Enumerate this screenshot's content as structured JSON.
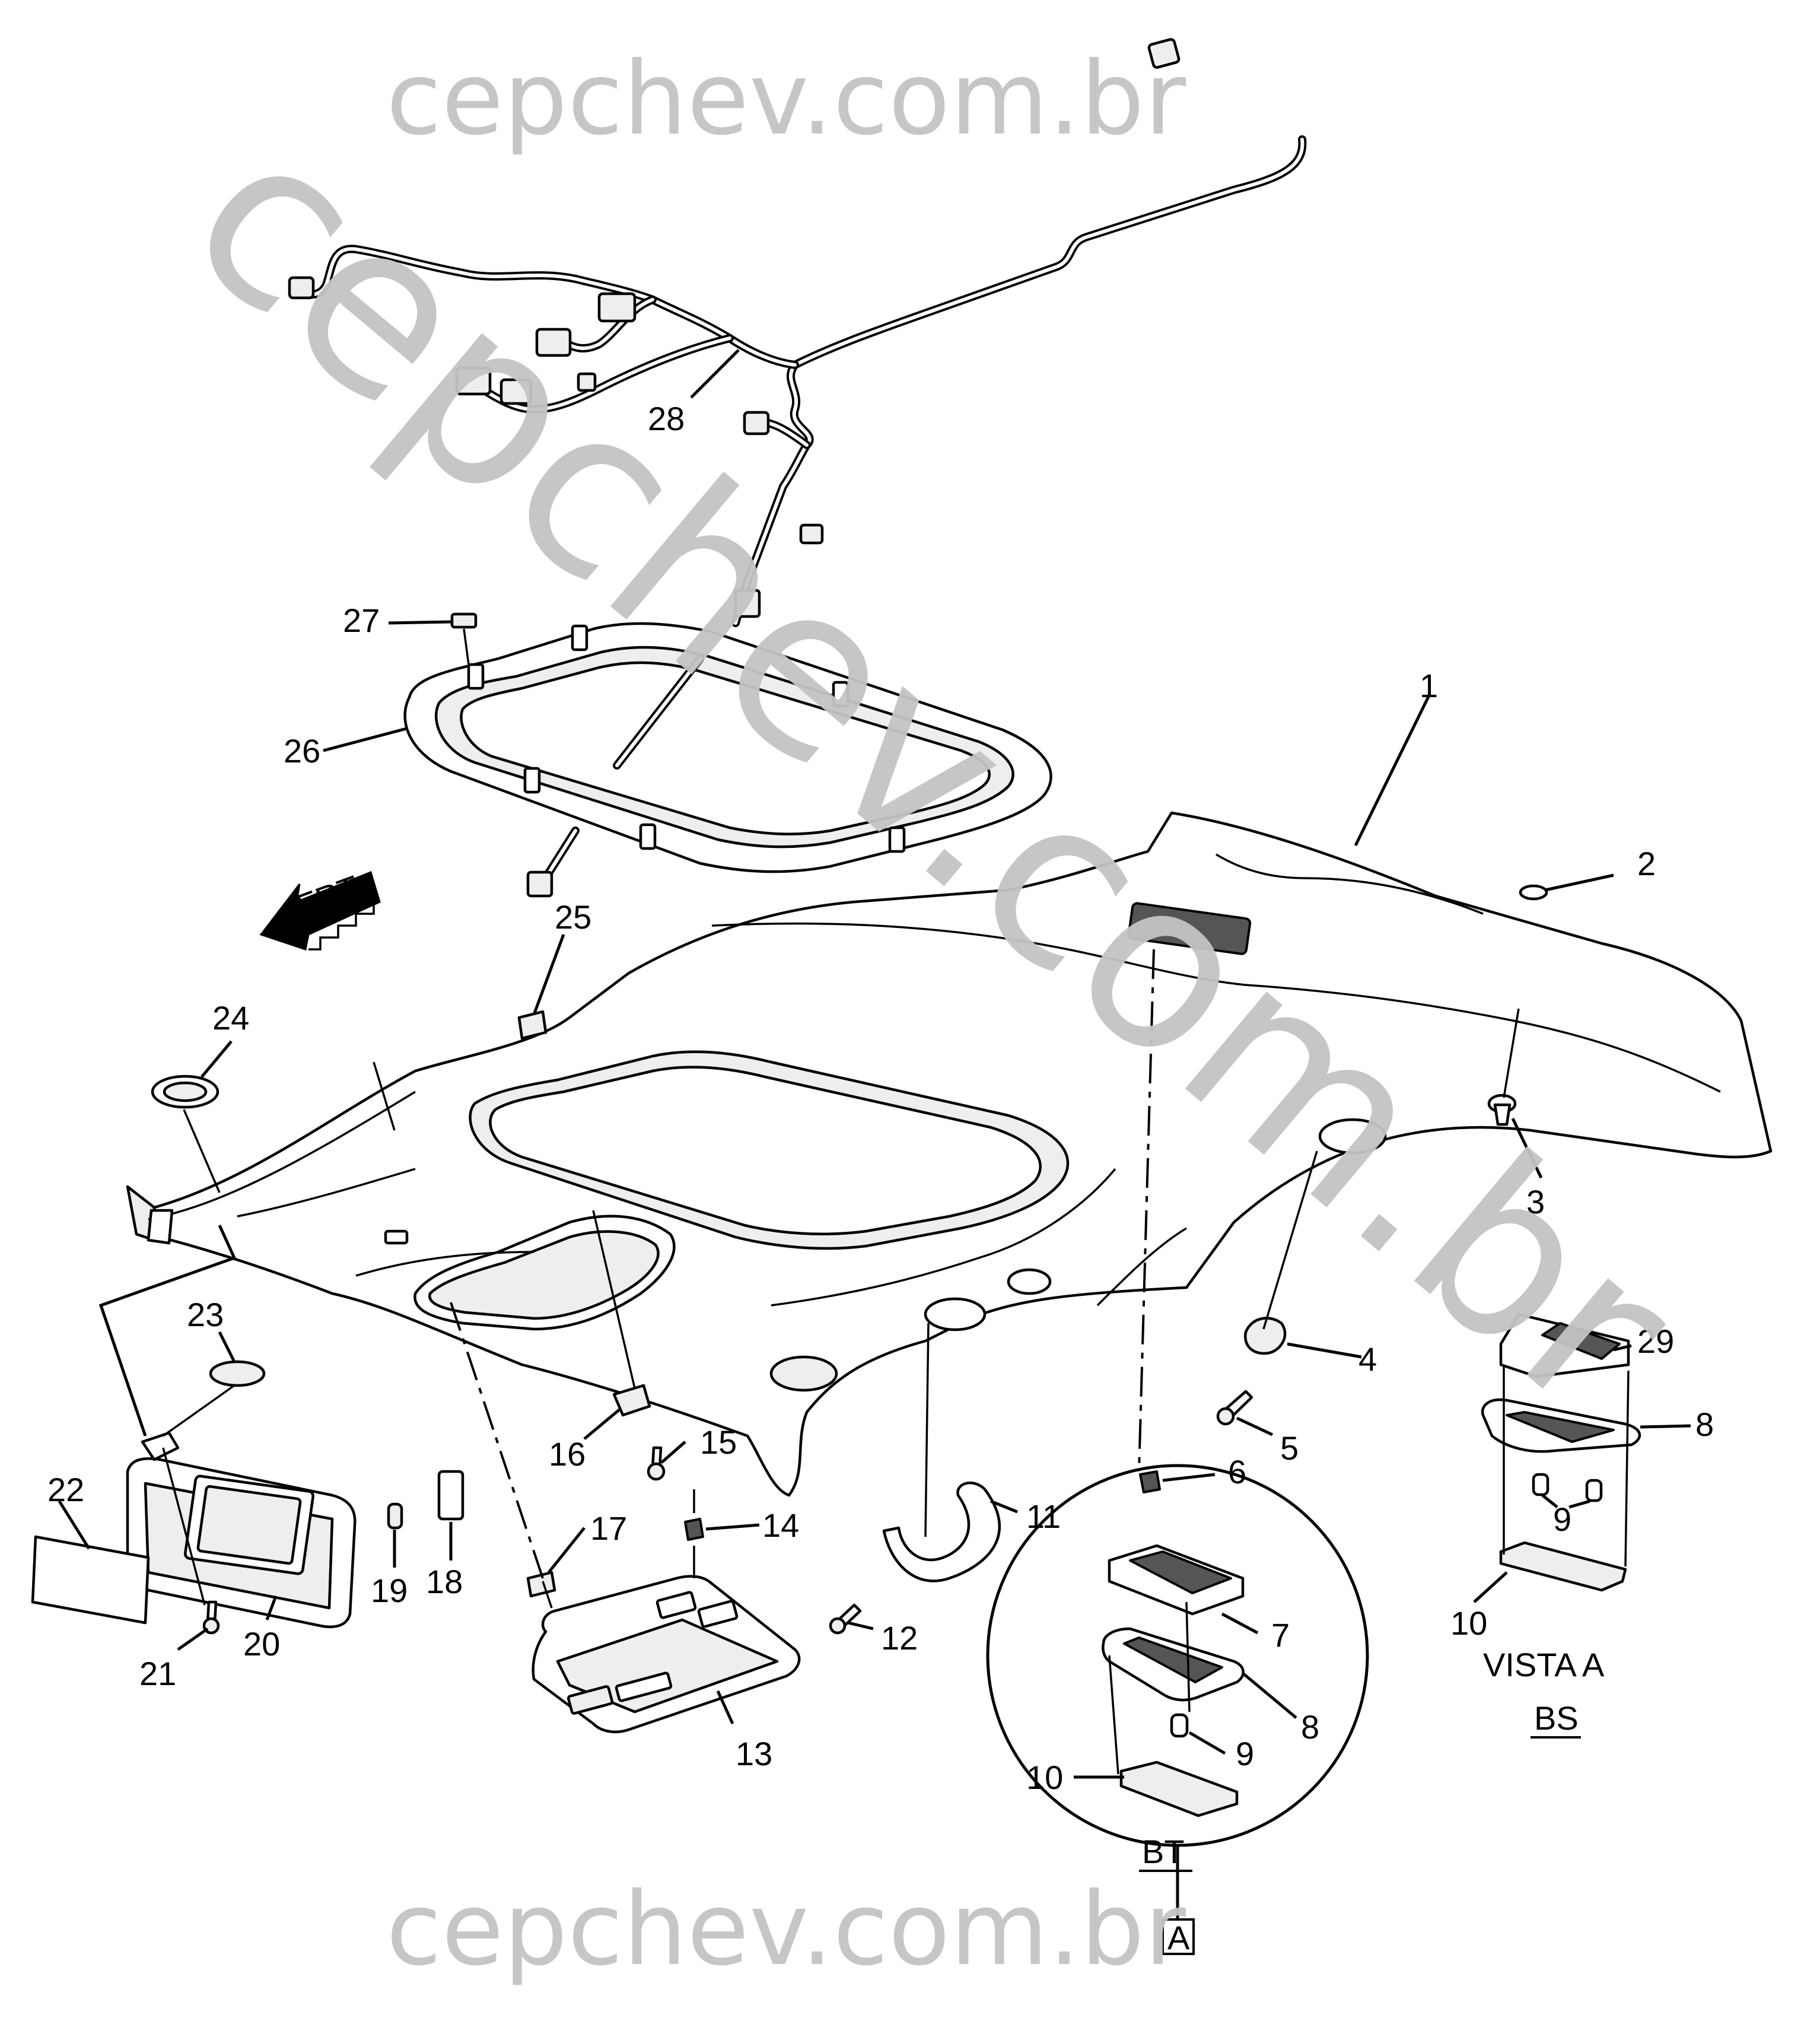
{
  "watermarks": {
    "top": "cepchev.com.br",
    "bottom": "cepchev.com.br",
    "diagonal": "cepchev.com.br"
  },
  "direction_marker": "FRT",
  "callouts": [
    "1",
    "2",
    "3",
    "4",
    "5",
    "6",
    "7",
    "8",
    "9",
    "10",
    "11",
    "12",
    "13",
    "14",
    "15",
    "16",
    "17",
    "18",
    "19",
    "20",
    "21",
    "22",
    "23",
    "24",
    "25",
    "26",
    "27",
    "28",
    "29"
  ],
  "detail": {
    "view_title": "VISTA A",
    "variant_bs": "BS",
    "variant_bt": "BT",
    "view_reference": "A",
    "bt_labels": [
      "7",
      "8",
      "9",
      "10"
    ],
    "bs_labels": [
      "29",
      "8",
      "9",
      "10"
    ]
  },
  "colors": {
    "ink": "#000000",
    "watermark": "#c4c4c4",
    "background": "#ffffff"
  }
}
